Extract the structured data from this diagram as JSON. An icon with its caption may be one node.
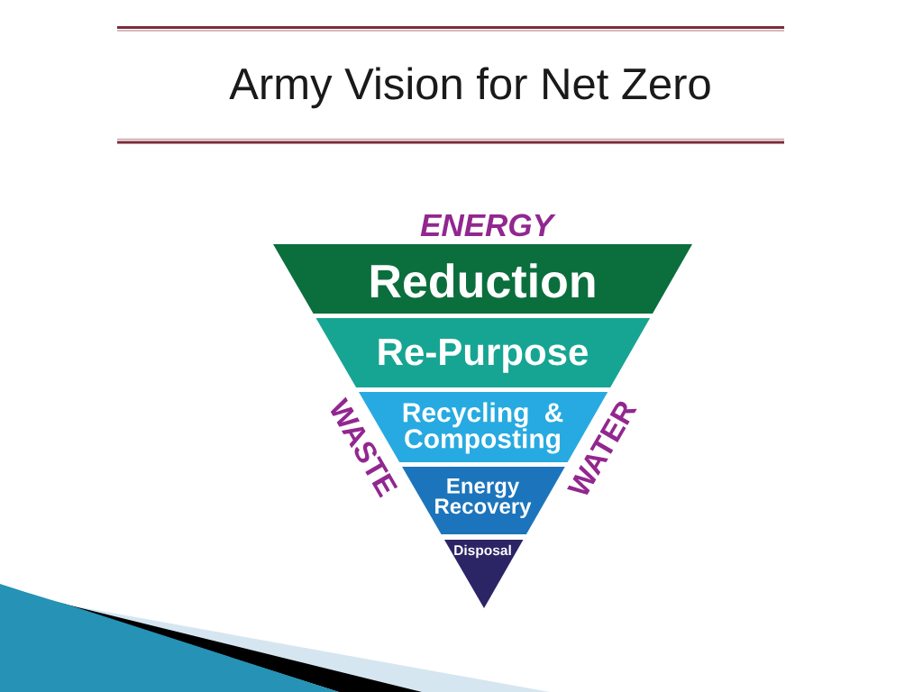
{
  "diagram": {
    "title": "Army Vision for Net Zero",
    "nodes": [
      {
        "text": [
          "Reduction"
        ]
      },
      {
        "text": [
          "Re-Purpose"
        ]
      },
      {
        "text": [
          "Recycling & Composting"
        ]
      },
      {
        "text": [
          "Energy Recovery"
        ]
      },
      {
        "text": [
          "Disposal"
        ]
      }
    ],
    "labels": [
      "ENERGY",
      "WASTE",
      "WATER"
    ]
  }
}
